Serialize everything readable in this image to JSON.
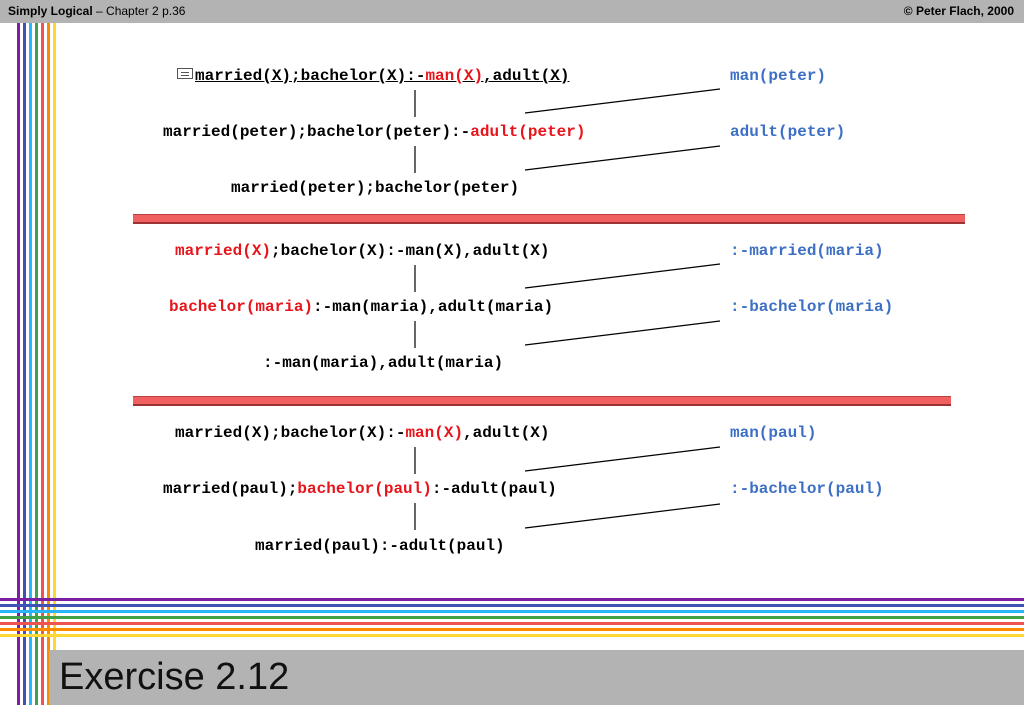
{
  "header": {
    "book": "Simply Logical",
    "chapter": " – Chapter 2  p.36",
    "copyright": "© Peter Flach, 2000"
  },
  "footer": {
    "title": "Exercise 2.12"
  },
  "colors": {
    "highlight": "#e8141b",
    "clause": "#3d6fc4",
    "divider": "#f06060",
    "stripes": [
      "#7b1fa2",
      "#3f51b5",
      "#29b6f6",
      "#43a047",
      "#ef5350",
      "#fb8c00",
      "#fdd835"
    ]
  },
  "derivations": [
    {
      "goals": [
        {
          "parts": [
            {
              "t": "married(X);bachelor(X):-"
            },
            {
              "t": "man(X)",
              "hl": true
            },
            {
              "t": ",adult(X)"
            }
          ]
        },
        {
          "parts": [
            {
              "t": "married(peter);bachelor(peter):-"
            },
            {
              "t": "adult(peter)",
              "hl": true
            }
          ]
        },
        {
          "parts": [
            {
              "t": "married(peter);bachelor(peter)"
            }
          ]
        }
      ],
      "clauses": [
        "man(peter)",
        "adult(peter)"
      ]
    },
    {
      "goals": [
        {
          "parts": [
            {
              "t": "married(X)",
              "hl": true
            },
            {
              "t": ";bachelor(X):-man(X),adult(X)"
            }
          ]
        },
        {
          "parts": [
            {
              "t": "bachelor(maria)",
              "hl": true
            },
            {
              "t": ":-man(maria),adult(maria)"
            }
          ]
        },
        {
          "parts": [
            {
              "t": ":-man(maria),adult(maria)"
            }
          ]
        }
      ],
      "clauses": [
        ":-married(maria)",
        ":-bachelor(maria)"
      ]
    },
    {
      "goals": [
        {
          "parts": [
            {
              "t": "married(X);bachelor(X):-"
            },
            {
              "t": "man(X)",
              "hl": true
            },
            {
              "t": ",adult(X)"
            }
          ]
        },
        {
          "parts": [
            {
              "t": "married(paul);"
            },
            {
              "t": "bachelor(paul)",
              "hl": true
            },
            {
              "t": ":-adult(paul)"
            }
          ]
        },
        {
          "parts": [
            {
              "t": "married(paul):-adult(paul)"
            }
          ]
        }
      ],
      "clauses": [
        "man(paul)",
        ":-bachelor(paul)"
      ]
    }
  ]
}
